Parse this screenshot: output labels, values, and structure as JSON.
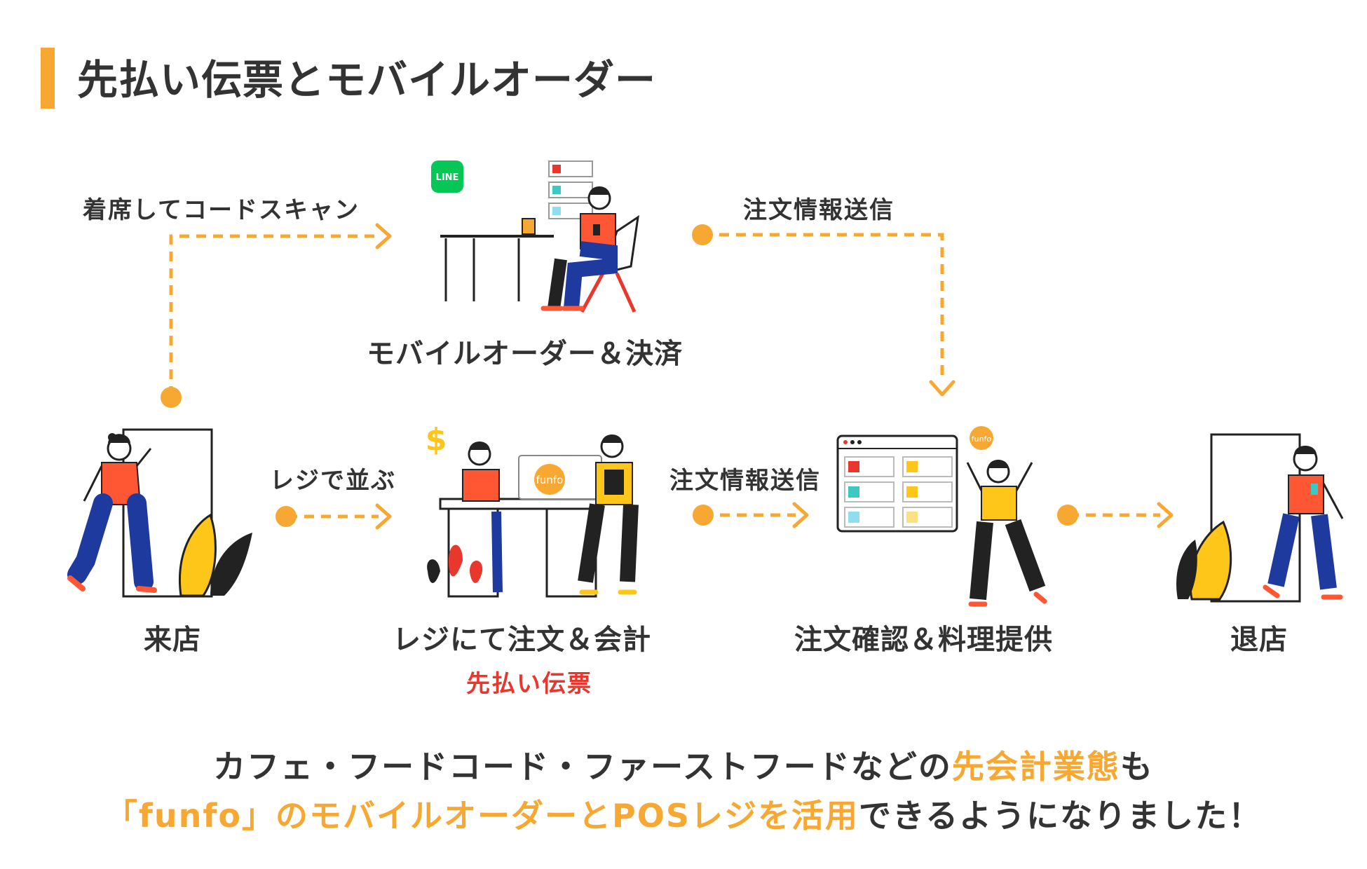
{
  "title": "先払い伝票とモバイルオーダー",
  "flows": {
    "scan": "着席してコードスキャン",
    "send_top": "注文情報送信",
    "queue": "レジで並ぶ",
    "send_mid": "注文情報送信"
  },
  "stages": {
    "visit": "来店",
    "mobile_order": "モバイルオーダー＆決済",
    "register": "レジにて注文＆会計",
    "register_note": "先払い伝票",
    "kitchen": "注文確認＆料理提供",
    "leave": "退店"
  },
  "icons": {
    "line_badge": "LINE",
    "funfo_badge": "funfo",
    "dollar": "$"
  },
  "footer": {
    "line1_a": "カフェ・フードコード・ファーストフードなどの",
    "line1_b": "先会計業態",
    "line1_c": "も",
    "line2_a": "「funfo」のモバイルオーダーとPOSレジを活用",
    "line2_b": "できるようになりました！"
  },
  "colors": {
    "accent": "#F7A832",
    "red": "#E8372C",
    "blue": "#1E3A9E",
    "yellow": "#FFC61A",
    "text": "#333333"
  }
}
